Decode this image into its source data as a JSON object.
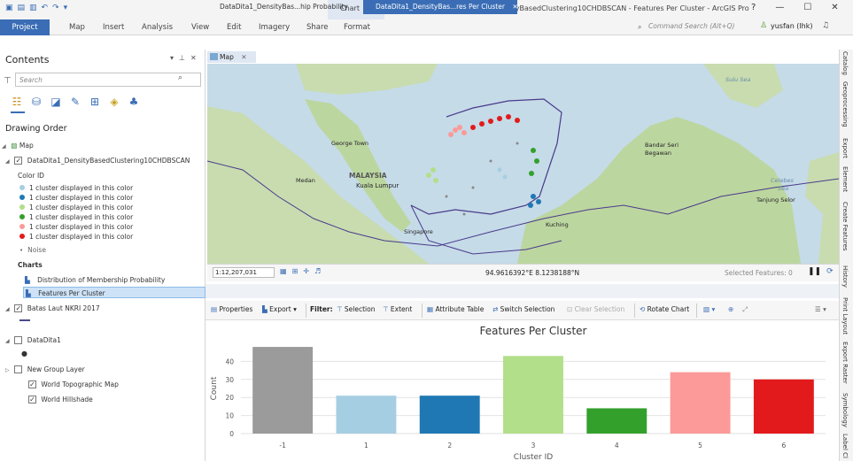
{
  "titlebar": {
    "context_tab": "Chart",
    "window_title": "Dita1 - DataDita1_DensityBasedClustering10CHDBSCAN - Features Per Cluster - ArcGIS Pro",
    "help": "?",
    "minimize": "—",
    "restore": "☐",
    "close": "✕"
  },
  "ribbon": {
    "tabs": [
      "Project",
      "Map",
      "Insert",
      "Analysis",
      "View",
      "Edit",
      "Imagery",
      "Share",
      "Format"
    ],
    "command_search_placeholder": "Command Search (Alt+Q)",
    "user": "yusfan (lhk)"
  },
  "contents": {
    "title": "Contents",
    "search_placeholder": "Search",
    "drawing_order": "Drawing Order",
    "map_label": "Map",
    "layer1": "DataDita1_DensityBasedClustering10CHDBSCAN",
    "color_id": "Color ID",
    "legend": [
      {
        "label": "1 cluster displayed in this color",
        "color": "#a6cee3"
      },
      {
        "label": "1 cluster displayed in this color",
        "color": "#1f78b4"
      },
      {
        "label": "1 cluster displayed in this color",
        "color": "#b2df8a"
      },
      {
        "label": "1 cluster displayed in this color",
        "color": "#33a02c"
      },
      {
        "label": "1 cluster displayed in this color",
        "color": "#fb9a99"
      },
      {
        "label": "1 cluster displayed in this color",
        "color": "#e31a1c"
      }
    ],
    "noise": "Noise",
    "charts": "Charts",
    "chart1": "Distribution of Membership Probability",
    "chart2": "Features Per Cluster",
    "layer2": "Batas Laut NKRI 2017",
    "layer3": "DataDita1",
    "layer4": "New Group Layer",
    "layer5": "World Topographic Map",
    "layer6": "World Hillshade"
  },
  "map": {
    "tab": "Map",
    "labels": {
      "sulu": "Sulu Sea",
      "george": "George Town",
      "malaysia": "MALAYSIA",
      "kl": "Kuala Lumpur",
      "medan": "Medan",
      "singapore": "Singapore",
      "kuching": "Kuching",
      "bandar": "Bandar Seri",
      "begawan": "Begawan",
      "celebes": "Celebes",
      "sea": "Sea",
      "tanjung": "Tanjung Selor"
    },
    "scale": "1:12,207,031",
    "coords": "94.9616392°E 8.1238188°N",
    "selected": "Selected Features: 0"
  },
  "chart_tabs": {
    "tab1": "DataDita1_DensityBas...hip Probability",
    "tab2": "DataDita1_DensityBas...res Per Cluster"
  },
  "chart_toolbar": {
    "properties": "Properties",
    "export": "Export",
    "filter": "Filter:",
    "selection": "Selection",
    "extent": "Extent",
    "attribute_table": "Attribute Table",
    "switch_selection": "Switch Selection",
    "clear_selection": "Clear Selection",
    "rotate_chart": "Rotate Chart"
  },
  "chart_data": {
    "type": "bar",
    "title": "Features Per Cluster",
    "xlabel": "Cluster ID",
    "ylabel": "Count",
    "categories": [
      "-1",
      "1",
      "2",
      "3",
      "4",
      "5",
      "6"
    ],
    "values": [
      48,
      21,
      21,
      43,
      14,
      34,
      30
    ],
    "colors": [
      "#9b9b9b",
      "#a6cee3",
      "#1f78b4",
      "#b2df8a",
      "#33a02c",
      "#fb9a99",
      "#e31a1c"
    ],
    "yticks": [
      0,
      10,
      20,
      30,
      40
    ],
    "ylim": [
      0,
      50
    ],
    "grid": true
  },
  "rail": [
    "Catalog",
    "Geoprocessing",
    "Export",
    "Element",
    "Create Features",
    "History",
    "Print Layout",
    "Export Raster",
    "Symbology",
    "Label Cl"
  ]
}
